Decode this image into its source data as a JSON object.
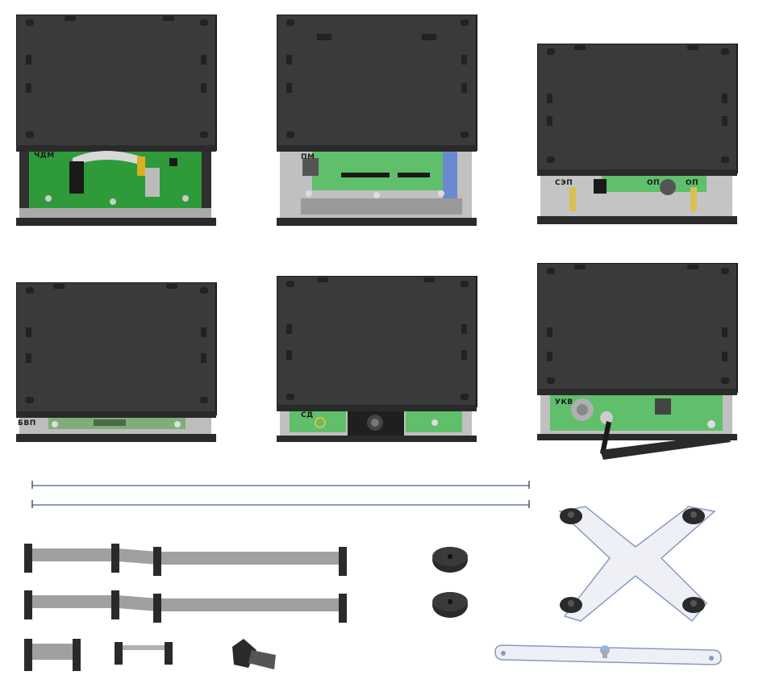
{
  "modules": [
    {
      "label": "ЧДМ",
      "board": "green"
    },
    {
      "label": "ПМ",
      "board": "mixed"
    },
    {
      "label": "СЭП",
      "label2": "ОП",
      "label3": "ОП",
      "board": "grey"
    },
    {
      "label": "БВП",
      "board": "green-low"
    },
    {
      "label": "СД",
      "board": "sensor"
    },
    {
      "label": "УКВ",
      "board": "green-antenna"
    }
  ],
  "colors": {
    "case": "#3a3a3a",
    "case_edge": "#1c1c1c",
    "pcb": "#2f9a3a",
    "pcb_light": "#7fcf7a",
    "tray": "#b8b8b8",
    "rail": "#8a9ac0",
    "cable": "#9a9a9a",
    "plate": "#e8eaf2"
  }
}
